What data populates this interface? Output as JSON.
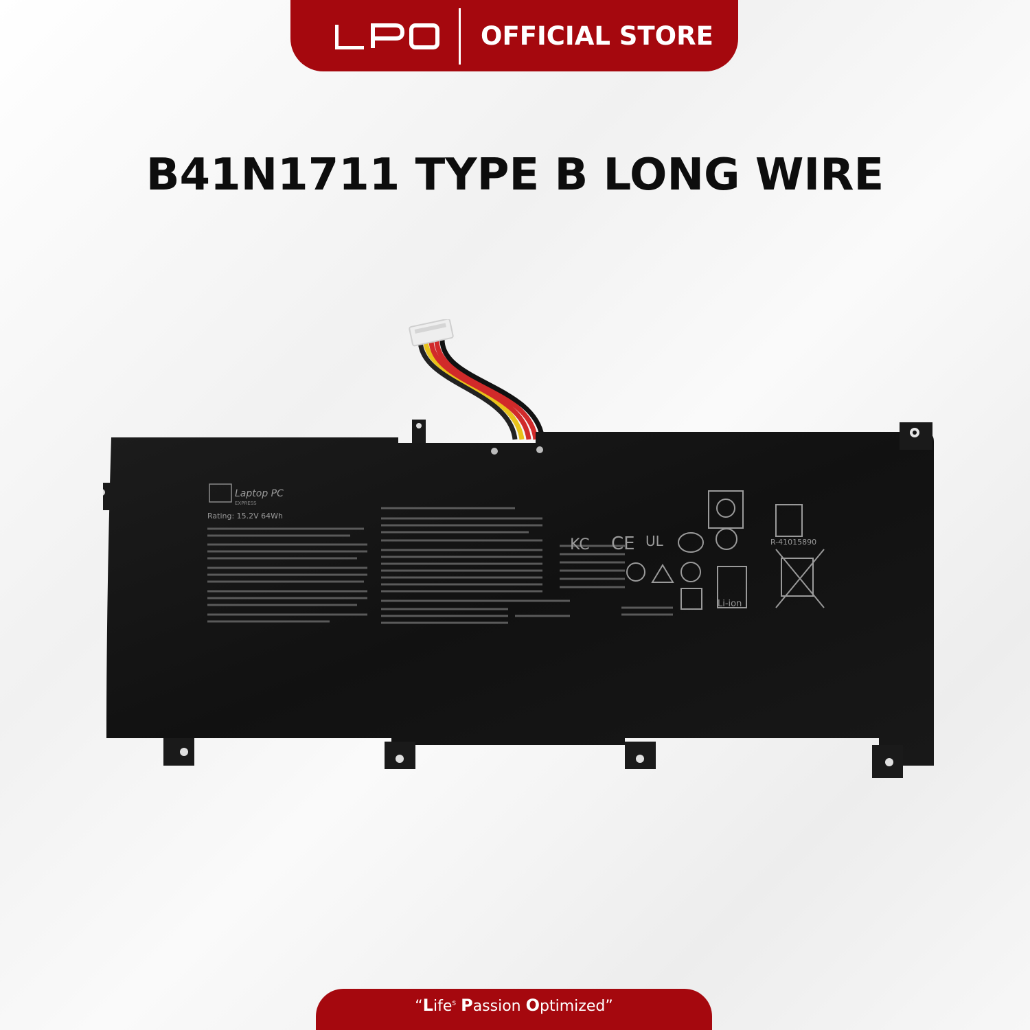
{
  "header": {
    "logo_text": "LPO",
    "store_label": "OFFICIAL STORE"
  },
  "product": {
    "title": "B41N1711 TYPE B LONG WIRE",
    "label_brand": "Laptop PC",
    "label_brand_sub": "EXPRESS",
    "rating_text": "Rating: 15.2V 64Wh",
    "cert_code": "R-41015890",
    "liion_text": "Li-ion"
  },
  "footer": {
    "quote_open": "“",
    "l_initial": "L",
    "l_rest": "ife",
    "l_sup": "s",
    "p_initial": "P",
    "p_rest": "assion",
    "o_initial": "O",
    "o_rest": "ptimized",
    "quote_close": "”"
  },
  "colors": {
    "brand_red": "#a5080e",
    "battery_black": "#141414"
  }
}
